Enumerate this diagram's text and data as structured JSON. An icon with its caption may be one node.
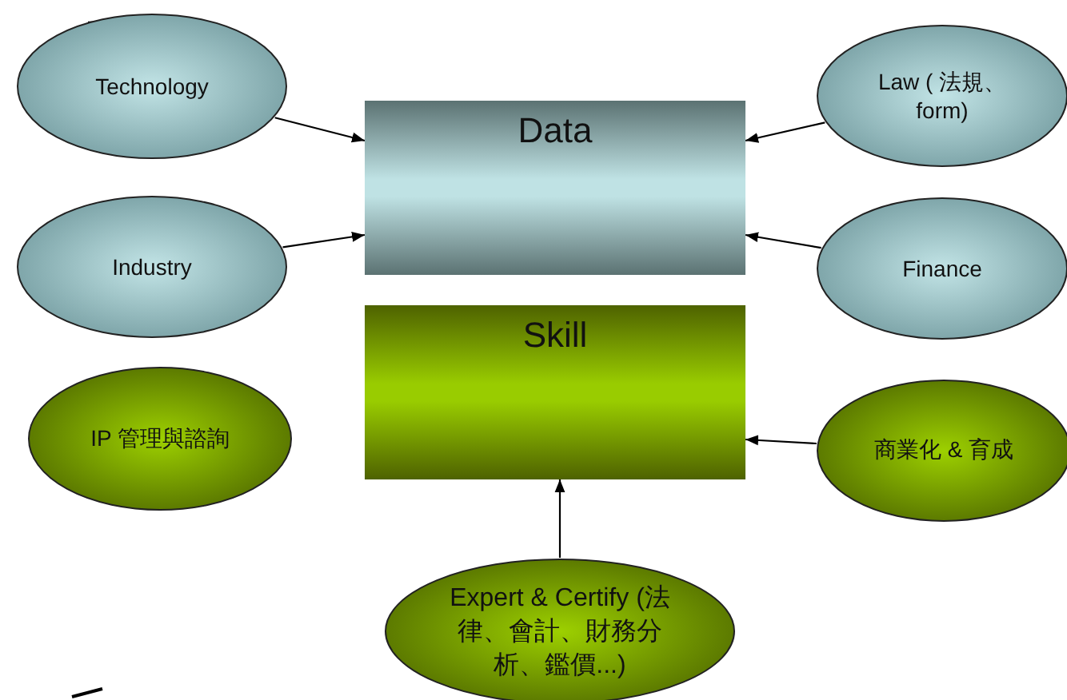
{
  "diagram": {
    "nodes": [
      {
        "text": [
          "Technology"
        ]
      },
      {
        "text": [
          "Industry"
        ]
      },
      {
        "text": [
          "Data"
        ]
      },
      {
        "text": [
          "Skill"
        ]
      },
      {
        "text": [
          "Law ( 法規、form)"
        ]
      },
      {
        "text": [
          "Finance"
        ]
      },
      {
        "text": [
          "IP 管理與諮詢"
        ]
      },
      {
        "text": [
          "商業化 & 育成"
        ]
      },
      {
        "text": [
          "Expert & Certify (法律、會計、財務分析、鑑價...)"
        ]
      }
    ],
    "edges": [
      {
        "from": 0,
        "to": 2,
        "arrow": "to"
      },
      {
        "from": 1,
        "to": 2,
        "arrow": "to"
      },
      {
        "from": 4,
        "to": 2,
        "arrow": "to"
      },
      {
        "from": 5,
        "to": 2,
        "arrow": "to"
      },
      {
        "from": 7,
        "to": 3,
        "arrow": "to"
      },
      {
        "from": 8,
        "to": 3,
        "arrow": "to"
      }
    ]
  }
}
